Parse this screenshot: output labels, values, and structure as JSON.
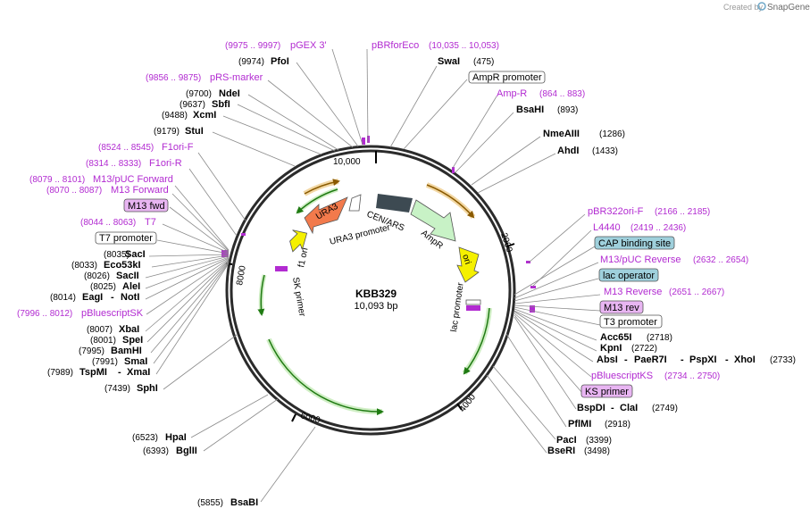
{
  "watermark": {
    "prefix": "Created by",
    "brand": "SnapGene"
  },
  "plasmid": {
    "name": "KBB329",
    "size": "10,093 bp"
  },
  "ticks": [
    "2000",
    "4000",
    "6000",
    "8000",
    "10,000"
  ],
  "features": {
    "cen_ars": "CEN/ARS",
    "ampr": "AmpR",
    "ori": "ori",
    "lac_promoter": "lac promoter",
    "ura3": "URA3",
    "ura3_promoter": "URA3 promoter",
    "f1_ori": "f1 ori",
    "sk_primer": "SK primer"
  },
  "right_labels": {
    "swai": "SwaI",
    "swai_pos": "(475)",
    "ampr_promoter": "AmpR promoter",
    "amp_r": "Amp-R",
    "amp_r_pos": "(864 .. 883)",
    "bsahi": "BsaHI",
    "bsahi_pos": "(893)",
    "nmeaiii": "NmeAIII",
    "nmeaiii_pos": "(1286)",
    "ahdi": "AhdI",
    "ahdi_pos": "(1433)",
    "pbr322ori": "pBR322ori-F",
    "pbr322ori_pos": "(2166 .. 2185)",
    "l4440": "L4440",
    "l4440_pos": "(2419 .. 2436)",
    "cap": "CAP binding site",
    "m13puc_rev": "M13/pUC Reverse",
    "m13puc_rev_pos": "(2632 .. 2654)",
    "lac_operator": "lac operator",
    "m13_reverse": "M13 Reverse",
    "m13_reverse_pos": "(2651 .. 2667)",
    "m13_rev": "M13 rev",
    "t3": "T3 promoter",
    "acc65i": "Acc65I",
    "acc65i_pos": "(2718)",
    "kpni": "KpnI",
    "kpni_pos": "(2722)",
    "absi": "AbsI",
    "paer7i": "PaeR7I",
    "pspxi": "PspXI",
    "xhoi": "XhoI",
    "xhoi_pos": "(2733)",
    "pbluescriptks": "pBluescriptKS",
    "pbluescriptks_pos": "(2734 .. 2750)",
    "ks_primer": "KS primer",
    "bspdi": "BspDI",
    "clai": "ClaI",
    "clai_pos": "(2749)",
    "pflmi": "PflMI",
    "pflmi_pos": "(2918)",
    "paci": "PacI",
    "paci_pos": "(3399)",
    "bseri": "BseRI",
    "bseri_pos": "(3498)"
  },
  "left_labels": {
    "pgex3": "pGEX 3'",
    "pgex3_pos": "(9975 .. 9997)",
    "pbrforeco": "pBRforEco",
    "pbrforeco_pos": "(10,035 .. 10,053)",
    "pfoi": "PfoI",
    "pfoi_pos": "(9974)",
    "prs": "pRS-marker",
    "prs_pos": "(9856 .. 9875)",
    "ndei": "NdeI",
    "ndei_pos": "(9700)",
    "sbfi": "SbfI",
    "sbfi_pos": "(9637)",
    "xcmi": "XcmI",
    "xcmi_pos": "(9488)",
    "stui": "StuI",
    "stui_pos": "(9179)",
    "f1orif": "F1ori-F",
    "f1orif_pos": "(8524 .. 8545)",
    "f1orir": "F1ori-R",
    "f1orir_pos": "(8314 .. 8333)",
    "m13puc_fwd": "M13/pUC Forward",
    "m13puc_fwd_pos": "(8079 .. 8101)",
    "m13_forward": "M13 Forward",
    "m13_forward_pos": "(8070 .. 8087)",
    "m13_fwd": "M13 fwd",
    "t7": "T7",
    "t7_pos": "(8044 .. 8063)",
    "t7_promoter": "T7 promoter",
    "saci": "SacI",
    "saci_pos": "(8035)",
    "eco53ki": "Eco53kI",
    "eco53ki_pos": "(8033)",
    "sacii": "SacII",
    "sacii_pos": "(8026)",
    "alei": "AleI",
    "alei_pos": "(8025)",
    "eagi": "EagI",
    "noti": "NotI",
    "noti_pos": "(8014)",
    "pbluescriptsk": "pBluescriptSK",
    "pbluescriptsk_pos": "(7996 .. 8012)",
    "xbai": "XbaI",
    "xbai_pos": "(8007)",
    "spei": "SpeI",
    "spei_pos": "(8001)",
    "bamhi": "BamHI",
    "bamhi_pos": "(7995)",
    "smai": "SmaI",
    "smai_pos": "(7991)",
    "tspmi": "TspMI",
    "xmai": "XmaI",
    "xmai_pos": "(7989)",
    "sphi": "SphI",
    "sphi_pos": "(7439)",
    "hpai": "HpaI",
    "hpai_pos": "(6523)",
    "bglii": "BglII",
    "bglii_pos": "(6393)",
    "bsabi": "BsaBI",
    "bsabi_pos": "(5855)"
  },
  "colors": {
    "backbone": "#2b2b2b",
    "primer": "#b22bd1",
    "ampr_fill": "#c8f2c6",
    "ori_fill": "#f5f000",
    "ura3_fill": "#f27a4c",
    "cen_fill": "#3d4a52",
    "arc_green": "#2e9a1c",
    "arc_orange": "#d98a1e",
    "cap_box": "#9fd0dc",
    "lacop_box": "#9fd0dc",
    "primer_box": "#e8b5f2"
  }
}
